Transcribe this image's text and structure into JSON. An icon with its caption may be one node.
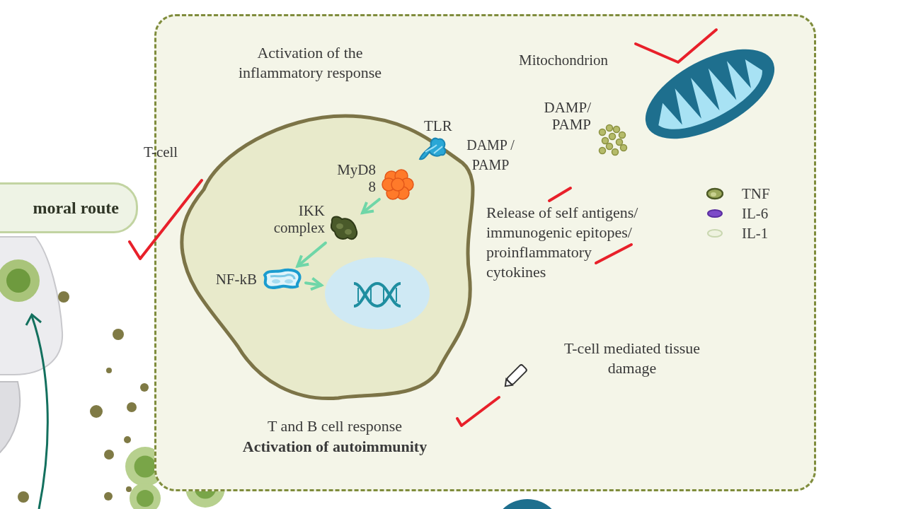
{
  "diagram": {
    "nodes": [
      {
        "text": [],
        "shape": "box"
      },
      {
        "text": [],
        "shape": "cell",
        "in": 0,
        "beside": [
          "T-cell"
        ]
      },
      {
        "text": [],
        "shape": "picture",
        "in": 1,
        "beside": [
          "TLR"
        ]
      },
      {
        "text": [],
        "shape": "picture",
        "in": 1,
        "beside": [
          "MyD8 8"
        ]
      },
      {
        "text": [],
        "shape": "picture",
        "in": 1,
        "beside": [
          "IKK complex"
        ]
      },
      {
        "text": [],
        "shape": "picture",
        "in": 1,
        "beside": [
          "NF-kB"
        ]
      },
      {
        "text": [],
        "shape": "picture",
        "in": 1
      },
      {
        "text": [],
        "shape": "picture",
        "in": 0,
        "beside": [
          "Mitochondrion"
        ]
      },
      {
        "text": [],
        "shape": "picture",
        "in": 0,
        "beside": [
          "DAMP/ PAMP"
        ]
      },
      {
        "text": [
          "moral route"
        ]
      },
      {
        "text": [],
        "shape": "circle"
      }
    ],
    "edges": [
      {
        "from": 3,
        "to": 4,
        "arrow": "to"
      },
      {
        "from": 4,
        "to": 5,
        "arrow": "to"
      },
      {
        "from": 5,
        "to": 6,
        "arrow": "to"
      }
    ],
    "labels": [
      "Activation of the inflammatory response",
      "DAMP / PAMP",
      "Release of self antigens/ immunogenic epitopes/ proinflammatory cytokines",
      "T-cell mediated tissue damage",
      "T and B cell response",
      "Activation of autoimmunity"
    ],
    "legend": [
      {
        "text": "TNF"
      },
      {
        "text": "IL-6"
      },
      {
        "text": "IL-1"
      }
    ]
  }
}
